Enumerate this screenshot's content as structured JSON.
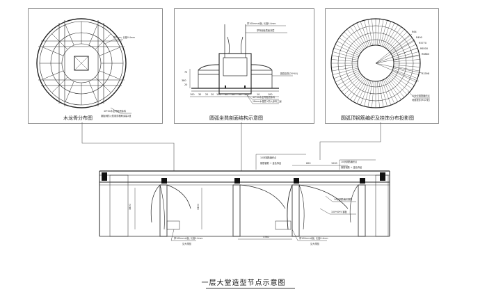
{
  "panels": {
    "left": {
      "caption": "木龙骨分布图",
      "notes": [
        "厚0mm, 长度0.4mm",
        "40*40木龙骨阻燃涂料",
        "钢板刷防火防锈漆稿刷涂装2道"
      ]
    },
    "middle": {
      "caption": "圆弧坐凳剖面结构示意图",
      "notes": [
        "厚100mm木板, 长度0.4mm",
        "厚饰面板表面涂层",
        "圆弧坐凳(20*40)",
        "40*40木龙骨阻燃涂料",
        "18mm木基层+防火涂料三遍"
      ],
      "dims": [
        "75",
        "380",
        "20",
        "100",
        "30",
        "20",
        "20",
        "100",
        "30",
        "20",
        "20",
        "100",
        "10",
        "100"
      ]
    },
    "right": {
      "caption": "圆弧顶钢筋编织及挂饰分布投影图",
      "notes": [
        "10Φ@钢筋编织点",
        "地面投影(R4/Z处)"
      ],
      "dims": [
        "R64",
        "R490",
        "R5770",
        "R6500",
        "R6880",
        "R3398"
      ]
    }
  },
  "elevation": {
    "callouts_top": [
      "10@钢筋编织点",
      "钢筋钢筋 + 金色饰品"
    ],
    "callouts_right": [
      "10@钢筋编织点",
      "钢筋钢筋 + 金色饰品",
      "10@钢筋编织钢筋",
      "100*60*5 钢板"
    ],
    "callouts_bottom": [
      "厚100mm木板, 长度0.4mm",
      "见大样图",
      "厚100mm木板, 长度0.4mm",
      "见大样图"
    ],
    "dims": [
      "3800",
      "3300",
      "600",
      "1200",
      "3780"
    ]
  },
  "main_title": "一层大堂造型节点示意图"
}
